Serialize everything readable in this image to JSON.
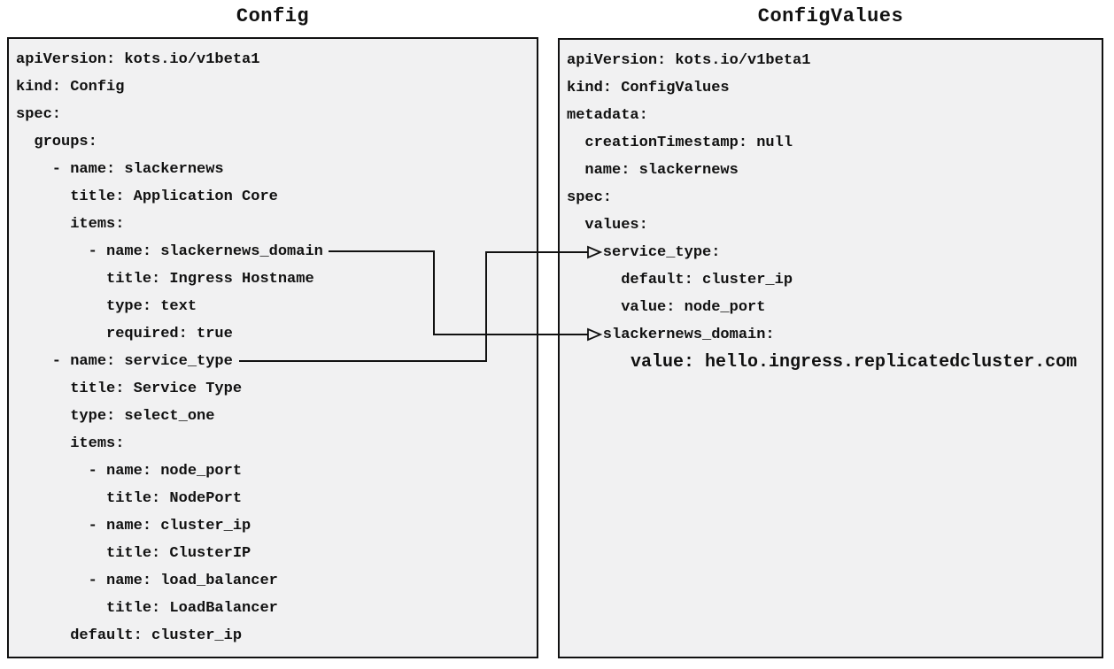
{
  "colors": {
    "background": "#ffffff",
    "box_fill": "#f1f1f2",
    "box_border": "#111111",
    "text": "#111111"
  },
  "panels": {
    "config": {
      "title": "Config",
      "lines": [
        "apiVersion: kots.io/v1beta1",
        "kind: Config",
        "spec:",
        "  groups:",
        "    - name: slackernews",
        "      title: Application Core",
        "      items:",
        "        - name: slackernews_domain",
        "          title: Ingress Hostname",
        "          type: text",
        "          required: true",
        "    - name: service_type",
        "      title: Service Type",
        "      type: select_one",
        "      items:",
        "        - name: node_port",
        "          title: NodePort",
        "        - name: cluster_ip",
        "          title: ClusterIP",
        "        - name: load_balancer",
        "          title: LoadBalancer",
        "      default: cluster_ip"
      ]
    },
    "config_values": {
      "title": "ConfigValues",
      "lines": [
        "apiVersion: kots.io/v1beta1",
        "kind: ConfigValues",
        "metadata:",
        "  creationTimestamp: null",
        "  name: slackernews",
        "spec:",
        "  values:",
        "    service_type:",
        "      default: cluster_ip",
        "      value: node_port",
        "    slackernews_domain:",
        "      value: hello.ingress.replicatedcluster.com"
      ]
    }
  },
  "connectors": [
    {
      "from_line": "- name: slackernews_domain",
      "to_line": "slackernews_domain:"
    },
    {
      "from_line": "- name: service_type",
      "to_line": "service_type:"
    }
  ]
}
